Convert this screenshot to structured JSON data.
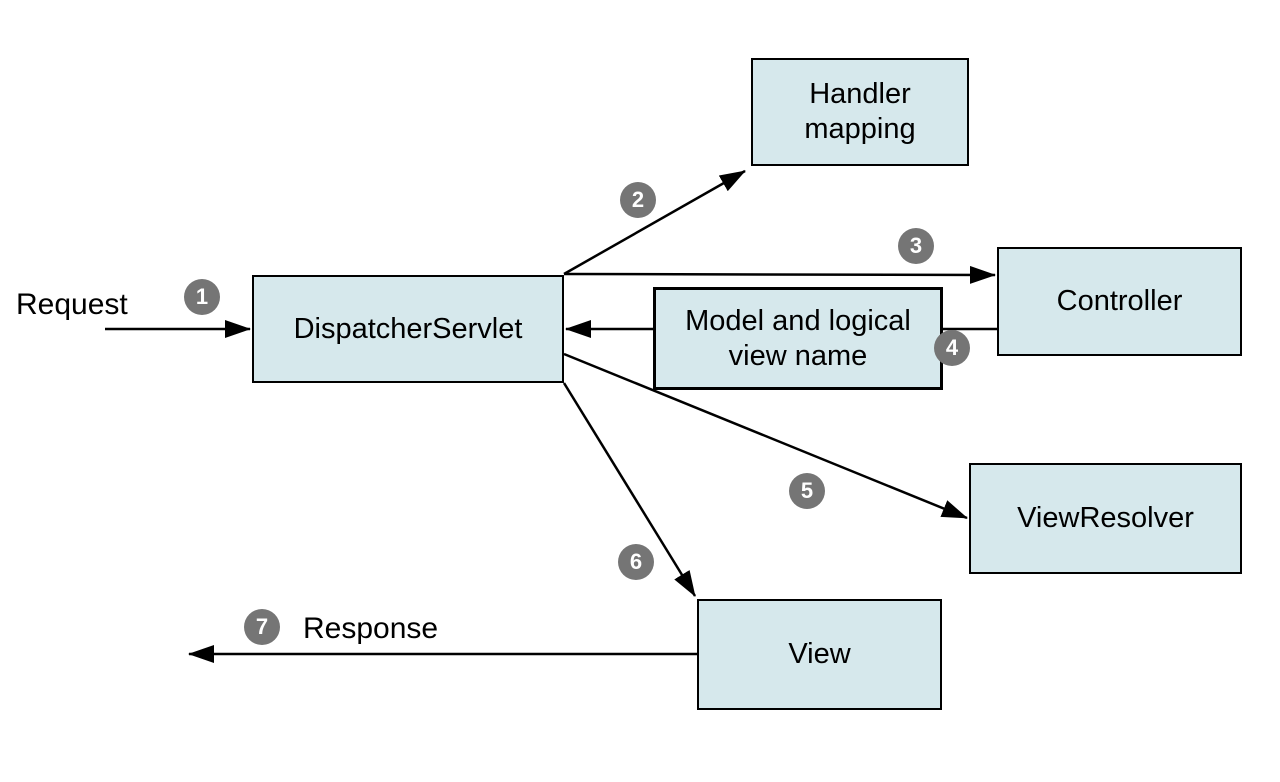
{
  "labels": {
    "request": "Request",
    "response": "Response"
  },
  "nodes": {
    "handler_mapping": {
      "label": "Handler\nmapping"
    },
    "dispatcher_servlet": {
      "label": "DispatcherServlet"
    },
    "controller": {
      "label": "Controller"
    },
    "model_and_view": {
      "label": "Model and logical\nview name"
    },
    "view_resolver": {
      "label": "ViewResolver"
    },
    "view": {
      "label": "View"
    }
  },
  "steps": [
    "1",
    "2",
    "3",
    "4",
    "5",
    "6",
    "7"
  ],
  "colors": {
    "node_fill": "#d6e8ec",
    "node_border": "#000000",
    "arrow_color": "#000000",
    "badge_fill": "#757575",
    "badge_text": "#ffffff",
    "text_color": "#000000",
    "canvas_bg": "#ffffff"
  }
}
